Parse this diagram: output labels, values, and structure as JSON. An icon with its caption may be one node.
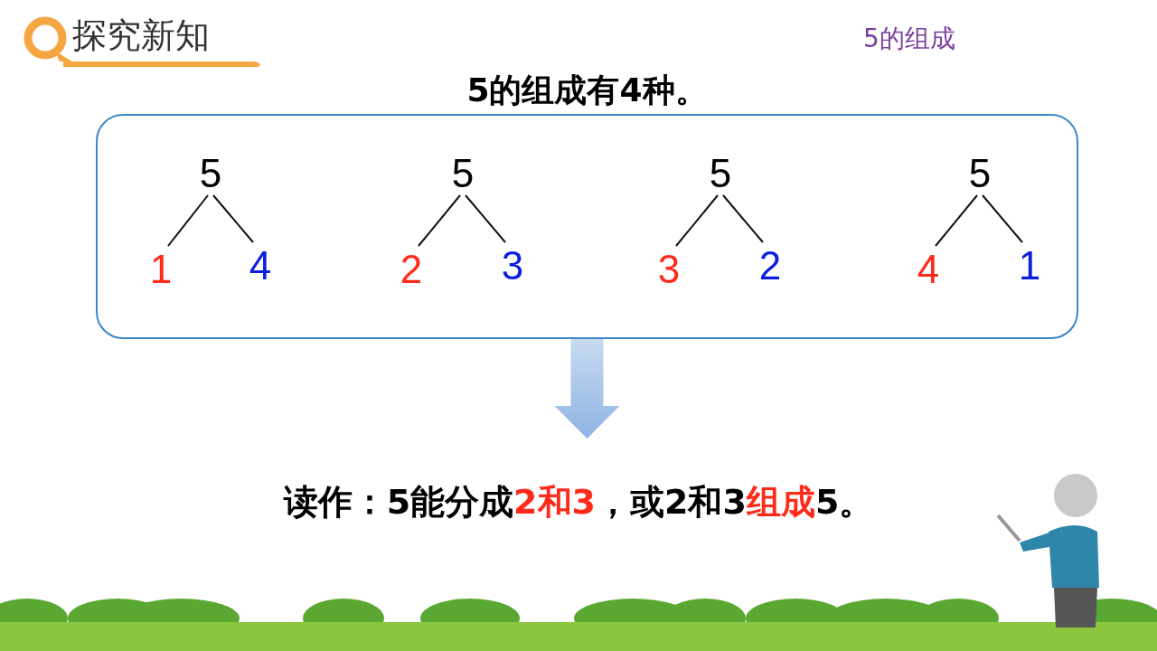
{
  "diagram": {
    "nodes": [
      {
        "text": [
          "5的组成有4种。"
        ]
      },
      {
        "text": [
          "5"
        ],
        "in": 0
      },
      {
        "text": [
          "1"
        ],
        "in": 0
      },
      {
        "text": [
          "4"
        ],
        "in": 0
      },
      {
        "text": [
          "5"
        ],
        "in": 0
      },
      {
        "text": [
          "2"
        ],
        "in": 0
      },
      {
        "text": [
          "3"
        ],
        "in": 0
      },
      {
        "text": [
          "5"
        ],
        "in": 0
      },
      {
        "text": [
          "3"
        ],
        "in": 0
      },
      {
        "text": [
          "2"
        ],
        "in": 0
      },
      {
        "text": [
          "5"
        ],
        "in": 0
      },
      {
        "text": [
          "4"
        ],
        "in": 0
      },
      {
        "text": [
          "1"
        ],
        "in": 0
      },
      {
        "text": [
          "读作：5能分成**2和3**，或2和3**组成**5。"
        ]
      }
    ],
    "edges": [
      {
        "from": 1,
        "to": 2,
        "arrow": "none"
      },
      {
        "from": 1,
        "to": 3,
        "arrow": "none"
      },
      {
        "from": 4,
        "to": 5,
        "arrow": "none"
      },
      {
        "from": 4,
        "to": 6,
        "arrow": "none"
      },
      {
        "from": 7,
        "to": 8,
        "arrow": "none"
      },
      {
        "from": 7,
        "to": 9,
        "arrow": "none"
      },
      {
        "from": 10,
        "to": 11,
        "arrow": "none"
      },
      {
        "from": 10,
        "to": 12,
        "arrow": "none"
      },
      {
        "from": 0,
        "to": 13,
        "arrow": "to",
        "style": "thick",
        "color": "#8fb4e3"
      }
    ],
    "labels": [
      "探究新知",
      "5的组成"
    ]
  }
}
